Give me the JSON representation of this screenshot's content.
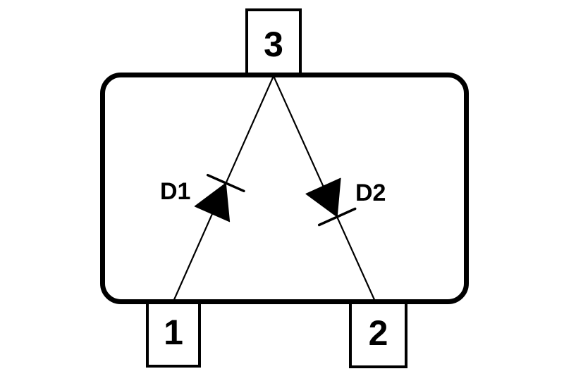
{
  "colors": {
    "ink": "#000000",
    "background": "#ffffff"
  },
  "diagram": {
    "type": "schematic-pinout",
    "package_outline": "rounded-rectangle",
    "pins": {
      "pin3": {
        "label": "3",
        "position": "top-center"
      },
      "pin1": {
        "label": "1",
        "position": "bottom-left"
      },
      "pin2": {
        "label": "2",
        "position": "bottom-right"
      }
    },
    "diodes": {
      "d1": {
        "label": "D1",
        "anode_pin": "1",
        "cathode_pin": "3"
      },
      "d2": {
        "label": "D2",
        "anode_pin": "3",
        "cathode_pin": "2"
      }
    }
  }
}
